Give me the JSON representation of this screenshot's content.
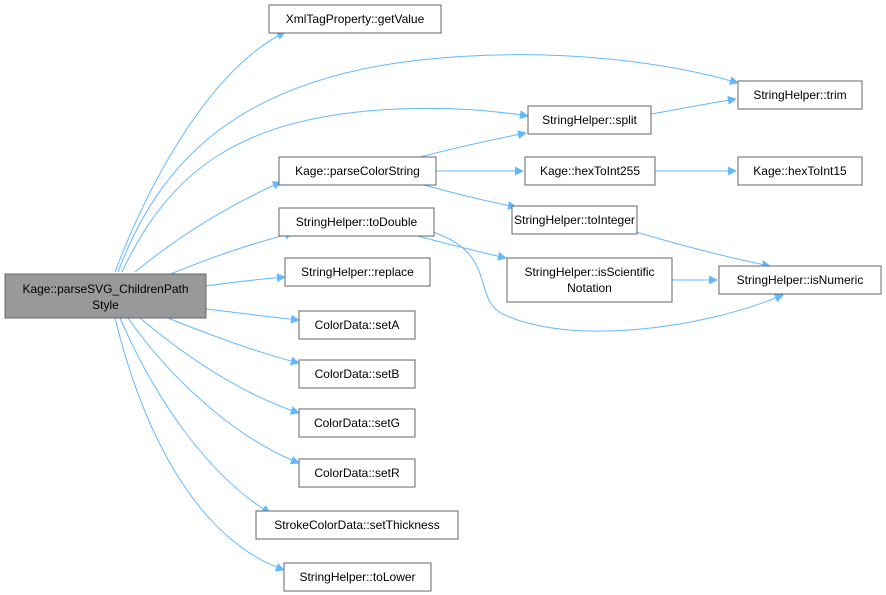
{
  "graph": {
    "root": {
      "line1": "Kage::parseSVG_ChildrenPath",
      "line2": "Style"
    },
    "nodes": {
      "xmltag_getvalue": "XmlTagProperty::getValue",
      "stringhelper_trim": "StringHelper::trim",
      "stringhelper_split": "StringHelper::split",
      "kage_parsecolorstring": "Kage::parseColorString",
      "kage_hextoint255": "Kage::hexToInt255",
      "kage_hextoint15": "Kage::hexToInt15",
      "stringhelper_todouble": "StringHelper::toDouble",
      "stringhelper_tointeger": "StringHelper::toInteger",
      "stringhelper_isscientific_line1": "StringHelper::isScientific",
      "stringhelper_isscientific_line2": "Notation",
      "stringhelper_isnumeric": "StringHelper::isNumeric",
      "stringhelper_replace": "StringHelper::replace",
      "colordata_seta": "ColorData::setA",
      "colordata_setb": "ColorData::setB",
      "colordata_setg": "ColorData::setG",
      "colordata_setr": "ColorData::setR",
      "strokecolordata_setthickness": "StrokeColorData::setThickness",
      "stringhelper_tolower": "StringHelper::toLower"
    },
    "colors": {
      "edge": "#63b8ff",
      "node_border": "#666666",
      "root_fill": "#999999",
      "node_fill": "#ffffff"
    }
  }
}
